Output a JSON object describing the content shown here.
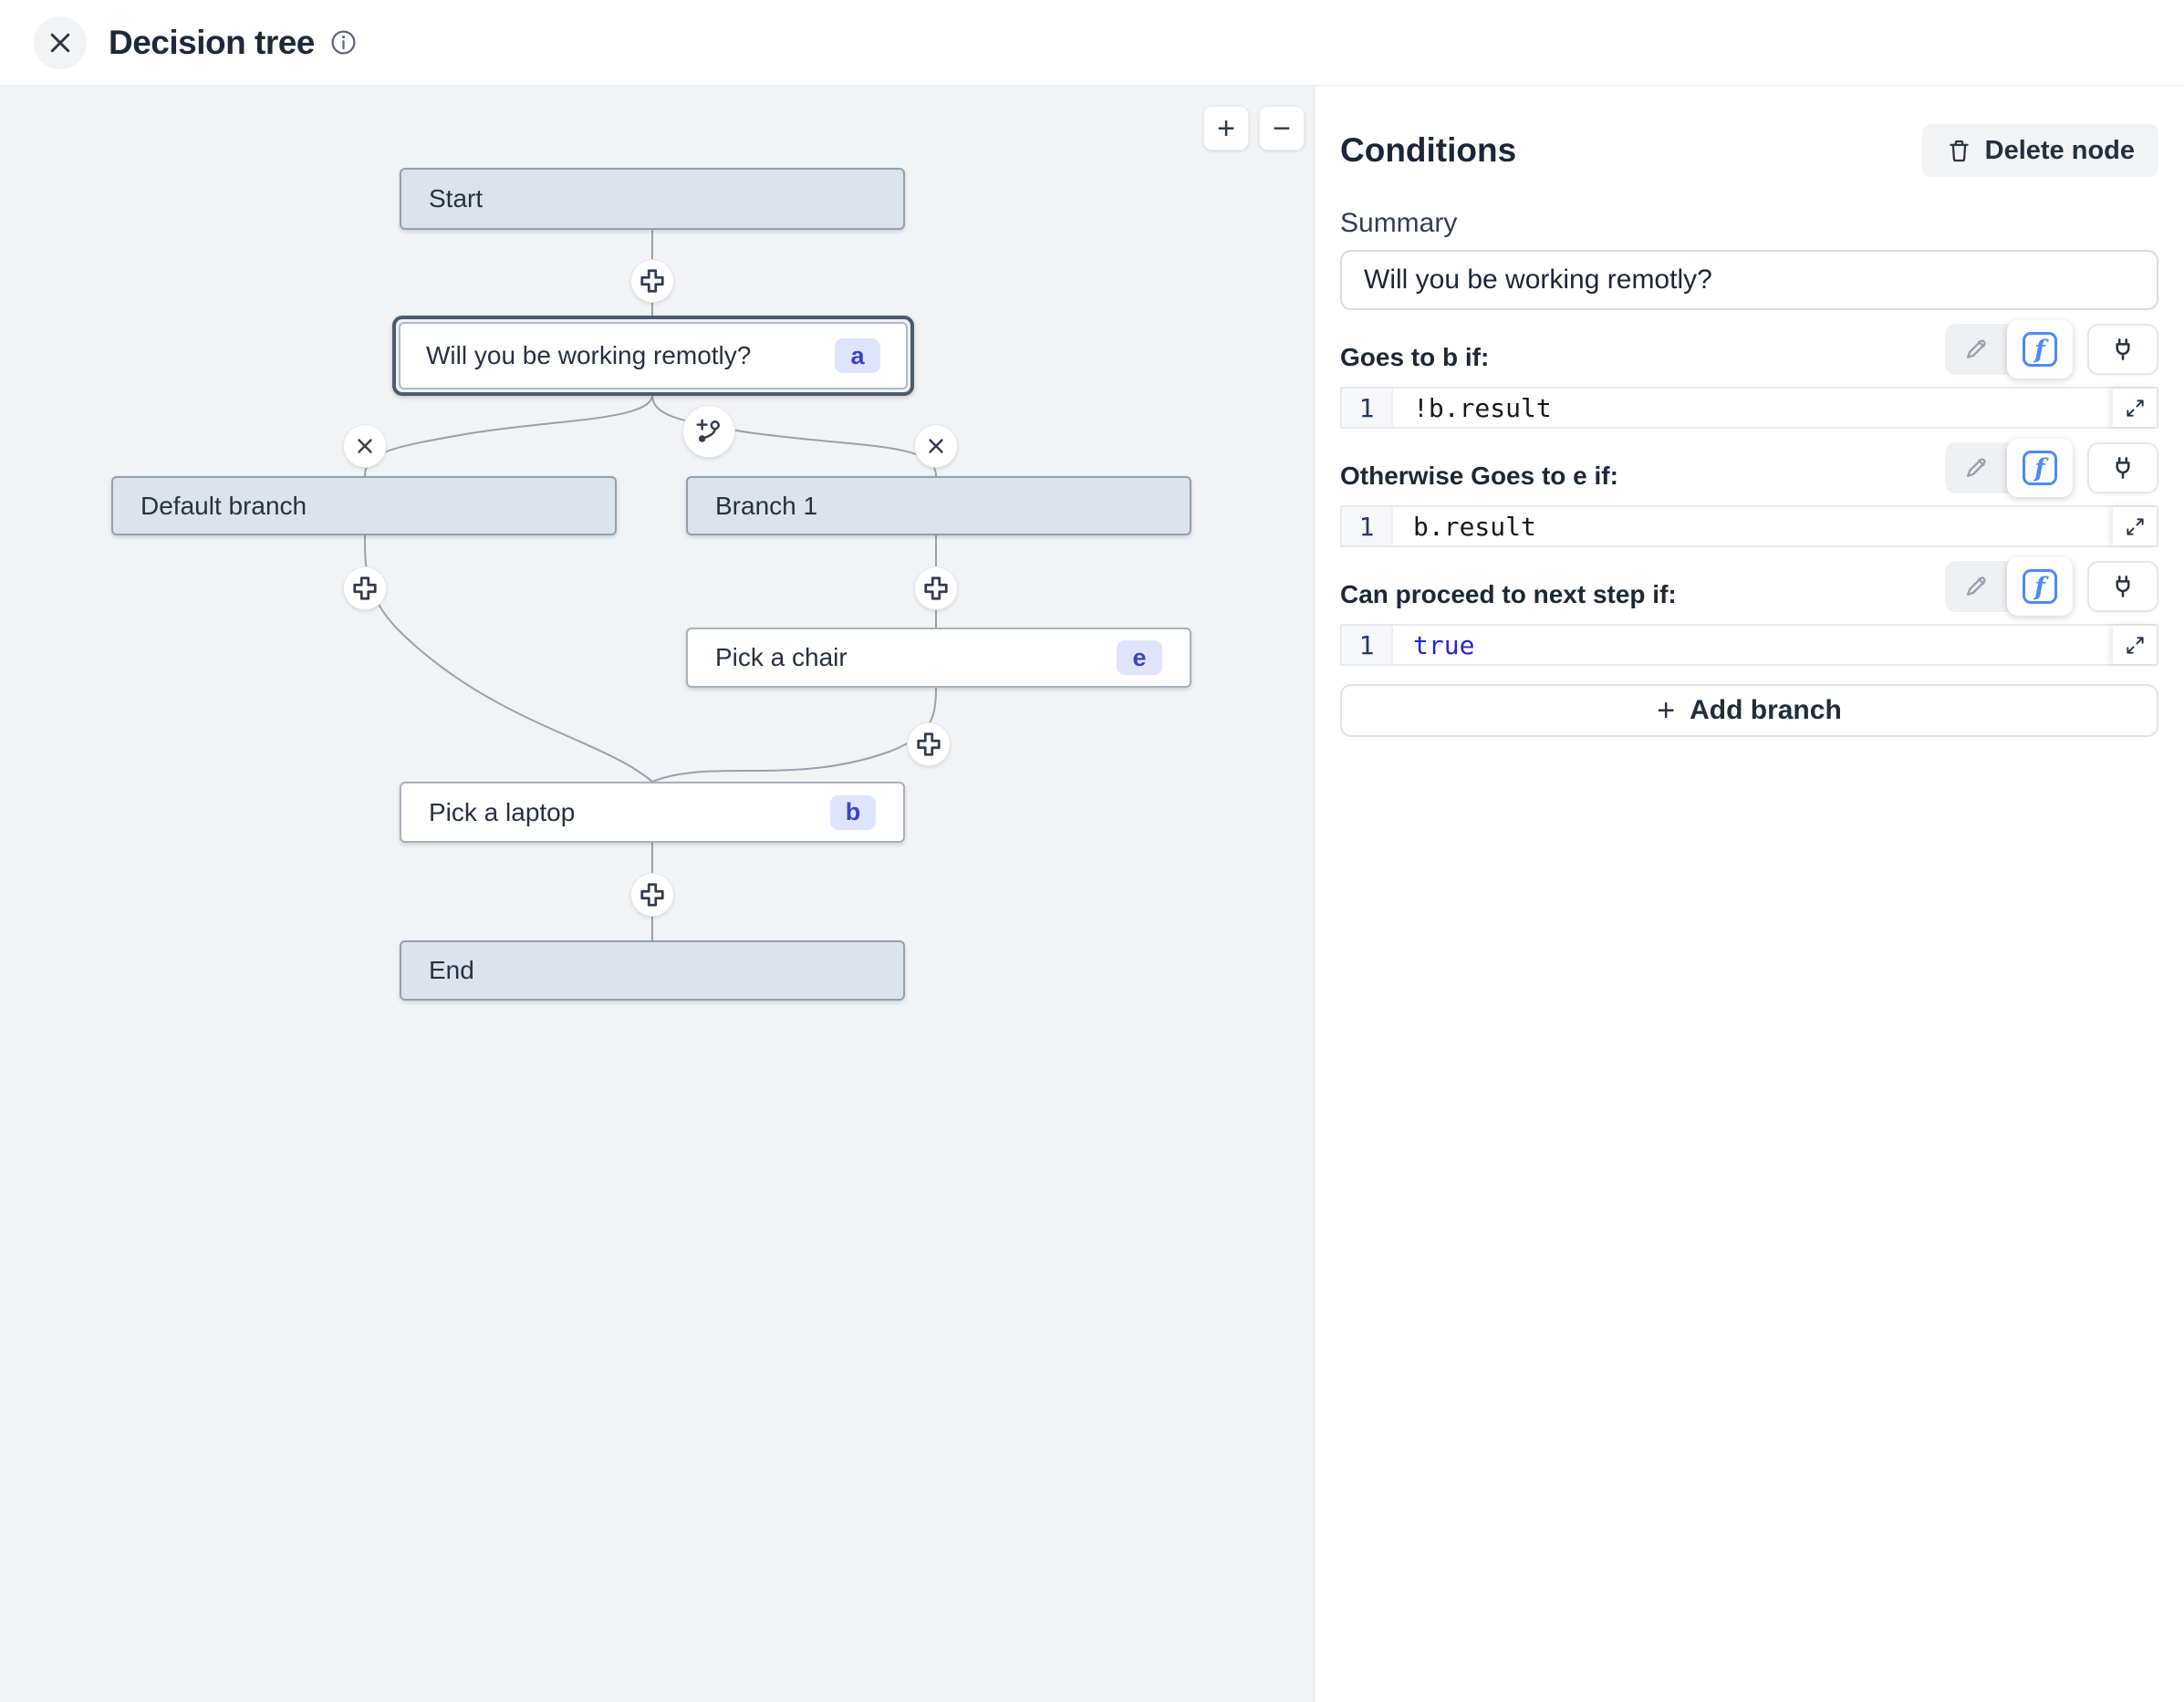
{
  "header": {
    "title": "Decision tree"
  },
  "canvas": {
    "zoom_in_label": "+",
    "zoom_out_label": "−",
    "nodes": [
      {
        "id": "start",
        "label": "Start"
      },
      {
        "id": "question",
        "label": "Will you be working remotly?",
        "badge": "a"
      },
      {
        "id": "default-branch",
        "label": "Default branch"
      },
      {
        "id": "branch-1",
        "label": "Branch 1"
      },
      {
        "id": "pick-chair",
        "label": "Pick a chair",
        "badge": "e"
      },
      {
        "id": "pick-laptop",
        "label": "Pick a laptop",
        "badge": "b"
      },
      {
        "id": "end",
        "label": "End"
      }
    ]
  },
  "panel": {
    "title": "Conditions",
    "delete_button_label": "Delete node",
    "summary_label": "Summary",
    "summary_value": "Will you be working remotly?",
    "conditions": [
      {
        "label": "Goes to b if:",
        "line_number": "1",
        "code": "!b.result",
        "code_color": "#16181d"
      },
      {
        "label": "Otherwise Goes to e if:",
        "line_number": "1",
        "code": "b.result",
        "code_color": "#16181d"
      },
      {
        "label": "Can proceed to next step if:",
        "line_number": "1",
        "code": "true",
        "code_color": "#2424d8"
      }
    ],
    "add_branch_label": "Add branch",
    "add_branch_plus": "+"
  },
  "icons": {
    "fx": "f"
  },
  "colors": {
    "canvas_bg": "#f2f3f5",
    "node_gray": "#dce3ea",
    "node_border": "#96a0ab",
    "selected_border": "#4b5a6d",
    "badge_bg": "#dfe4fc",
    "badge_text": "#3a43c2",
    "edge": "#9aa1aa",
    "accent_blue": "#4b8af8",
    "code_true_blue": "#2424d8"
  }
}
